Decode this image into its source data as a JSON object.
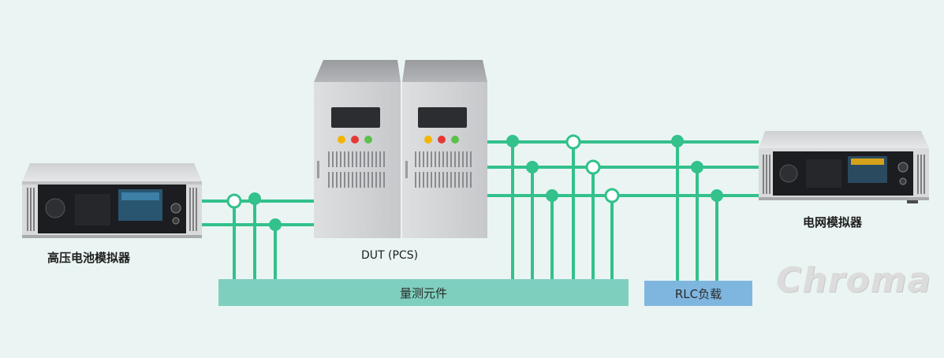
{
  "labels": {
    "battery_simulator": "高压电池模拟器",
    "dut": "DUT (PCS)",
    "grid_simulator": "电网模拟器",
    "measurement": "量测元件",
    "rlc_load": "RLC负载"
  },
  "logo_text": "Chroma",
  "colors": {
    "background": "#eaf5f3",
    "wire": "#33c18c",
    "measurement_bar": "#7fcfbf",
    "rlc_bar": "#7fb6e0",
    "cabinet": "#cfd0d2",
    "indicator_yellow": "#f5b301",
    "indicator_red": "#e53935",
    "indicator_green": "#5cc04a"
  },
  "icons": [
    "battery-simulator-device-icon",
    "pcs-cabinet-icon",
    "grid-simulator-device-icon",
    "chroma-logo"
  ]
}
